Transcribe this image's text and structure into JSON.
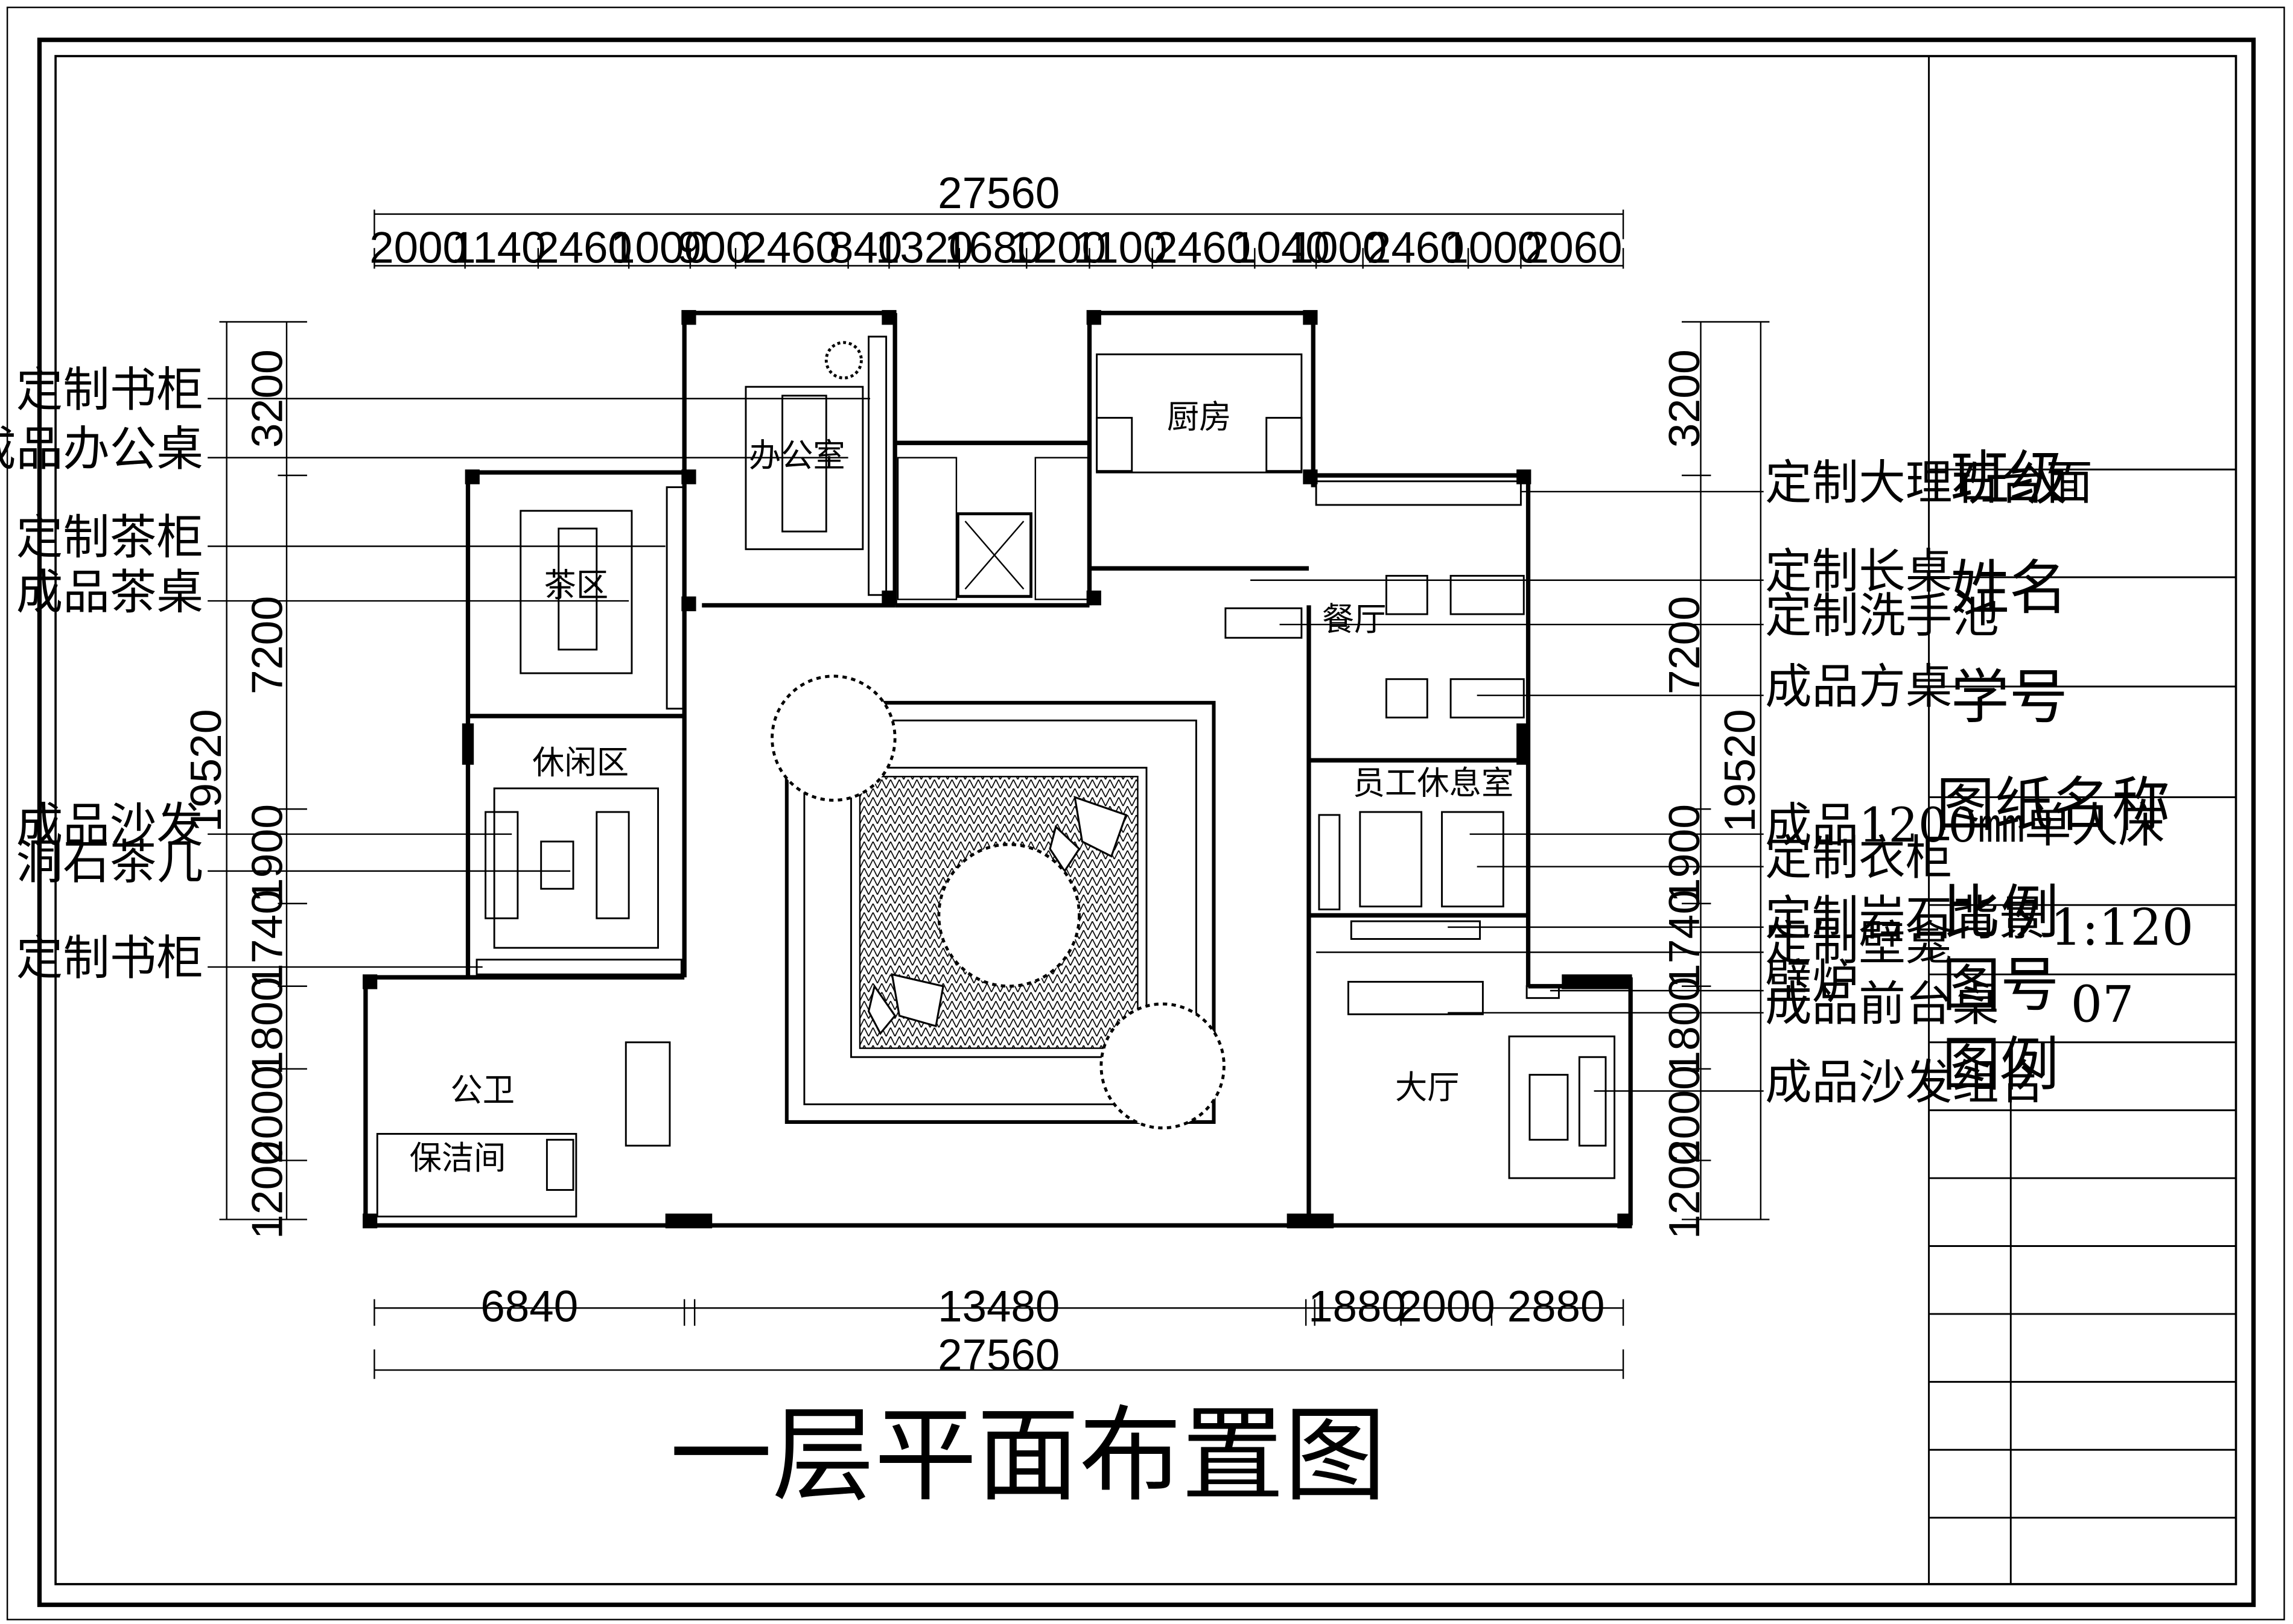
{
  "title": "一层平面布置图",
  "dimensions": {
    "top_total": "27560",
    "top_segments": [
      "2000",
      "1140",
      "2460",
      "1000",
      "900",
      "2460",
      "840",
      "1320",
      "1680",
      "1200",
      "1100",
      "2460",
      "1040",
      "1000",
      "2460",
      "1000",
      "2060"
    ],
    "bottom_segments": [
      "6840",
      "13480",
      "1880",
      "2000",
      "2880"
    ],
    "bottom_total": "27560",
    "left_segments": [
      "3200",
      "7200",
      "1900",
      "1740",
      "1800",
      "2000",
      "1200"
    ],
    "left_total": "19520",
    "right_segments": [
      "3200",
      "7200",
      "1900",
      "1740",
      "1800",
      "2000",
      "1200"
    ],
    "right_total": "19520"
  },
  "left_labels": [
    "定制书柜",
    "成品办公桌",
    "定制茶柜",
    "成品茶桌",
    "成品沙发",
    "洞石茶几",
    "定制书柜"
  ],
  "right_labels": [
    "定制大理石台面",
    "定制长桌",
    "定制洗手池",
    "成品方桌",
    "成品1200㎜单人床",
    "定制衣柜",
    "定制岩石背景",
    "定制壁龛",
    "壁炉",
    "成品前台桌",
    "成品沙发组合"
  ],
  "rooms": {
    "office": "办公室",
    "tea": "茶区",
    "leisure": "休闲区",
    "kitchen": "厨房",
    "dining": "餐厅",
    "staff_rest": "员工休息室",
    "public_wc": "公卫",
    "cleaning": "保洁间",
    "hall": "大厅"
  },
  "title_block": {
    "class_label": "班级",
    "name_label": "姓名",
    "student_id_label": "学号",
    "drawing_name_label": "图纸名称",
    "scale_label": "比例",
    "scale_value": "1:120",
    "drawing_no_label": "图号",
    "drawing_no_value": "07",
    "legend_label": "图例"
  }
}
